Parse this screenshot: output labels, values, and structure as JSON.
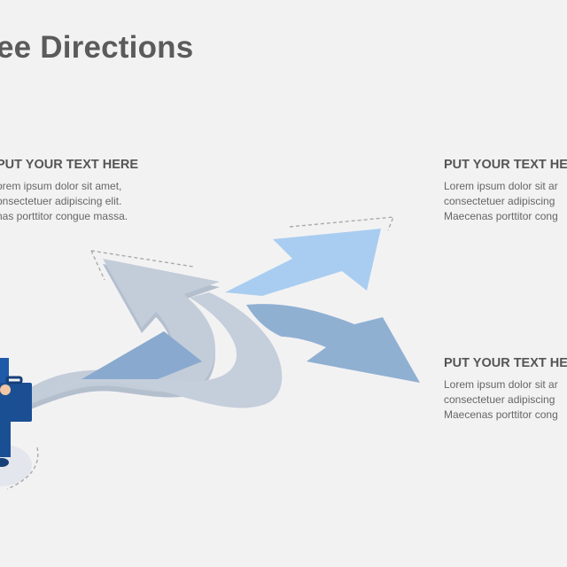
{
  "title": "ee Directions",
  "blocks": {
    "left": {
      "heading": "PUT YOUR TEXT HERE",
      "lines": [
        "orem ipsum dolor sit amet,",
        "onsectetuer adipiscing elit.",
        "nas porttitor  congue massa."
      ]
    },
    "right_top": {
      "heading": "PUT YOUR TEXT HER",
      "lines": [
        "Lorem ipsum dolor sit ar",
        "consectetuer adipiscing",
        "Maecenas porttitor  cong"
      ]
    },
    "right_bottom": {
      "heading": "PUT YOUR TEXT HER",
      "lines": [
        "Lorem ipsum dolor sit ar",
        "consectetuer adipiscing",
        "Maecenas porttitor  cong"
      ]
    }
  },
  "colors": {
    "background": "#f3f2f3",
    "main_arrow": "#c3ccd9",
    "arrow_light": "#a9cdf0",
    "arrow_mid": "#93b3d3",
    "arrow_dark": "#7a9cc4",
    "figure_blue": "#1f5aa6"
  }
}
